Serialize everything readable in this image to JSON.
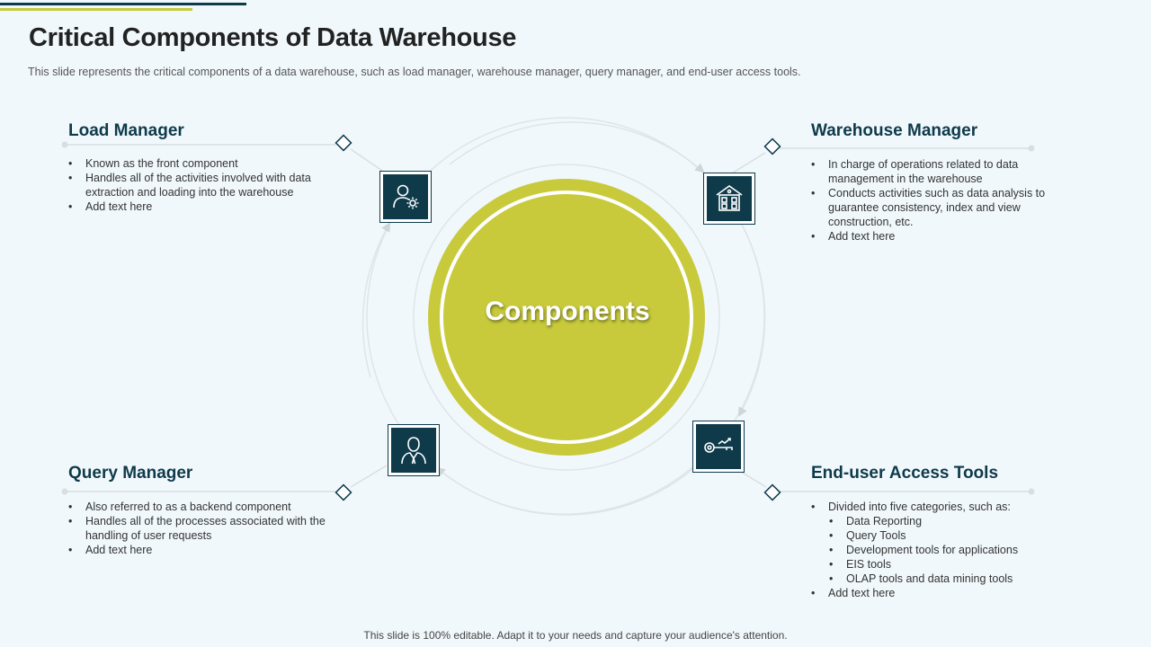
{
  "title": "Critical Components of Data Warehouse",
  "subtitle": "This slide represents the critical components of a data warehouse,  such as load manager,  warehouse  manager,  query manager,  and end-user access tools.",
  "center_label": "Components",
  "colors": {
    "accent": "#c8ca3c",
    "dark": "#0e3a4a",
    "background": "#f1f8fc"
  },
  "blocks": {
    "load_manager": {
      "title": "Load Manager",
      "icon": "user-settings-icon",
      "bullets": [
        "Known as the front component",
        "Handles all of the activities involved  with data extraction and loading into the warehouse",
        "Add text here"
      ]
    },
    "warehouse_manager": {
      "title": "Warehouse Manager",
      "icon": "warehouse-icon",
      "bullets": [
        "In charge of operations related to data management  in the warehouse",
        "Conducts activities such as data analysis to guarantee  consistency, index and view construction, etc.",
        "Add text here"
      ]
    },
    "query_manager": {
      "title": "Query Manager",
      "icon": "businessman-icon",
      "bullets": [
        "Also referred  to as a backend component",
        "Handles all of the processes associated with the handling  of user requests",
        "Add text here"
      ]
    },
    "end_user_tools": {
      "title": "End-user Access Tools",
      "icon": "key-chart-icon",
      "intro": "Divided  into five categories,  such as:",
      "sub_items": [
        "Data Reporting",
        "Query Tools",
        "Development  tools for applications",
        "EIS tools",
        "OLAP tools and data mining tools"
      ],
      "last": "Add text here"
    }
  },
  "footer": "This slide is 100% editable. Adapt it to your needs and capture your audience's attention."
}
